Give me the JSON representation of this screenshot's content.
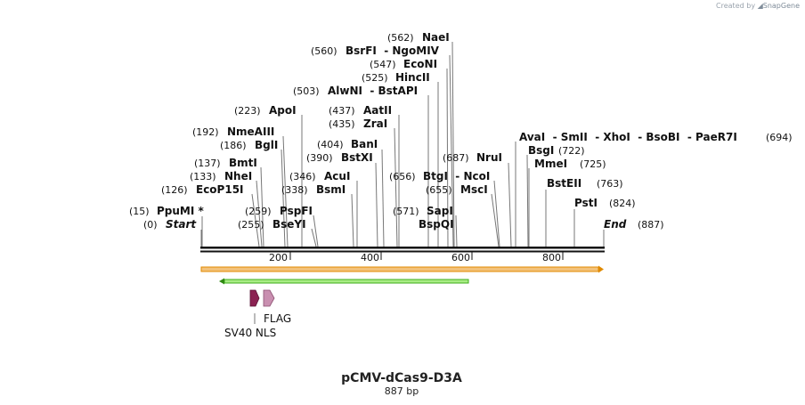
{
  "watermark": {
    "prefix": "Created by",
    "brand": "SnapGene"
  },
  "plasmid": {
    "name": "pCMV-dCas9-D3A",
    "length_label": "887 bp"
  },
  "map": {
    "start": 0,
    "end": 887,
    "ticks": [
      200,
      400,
      600,
      800
    ]
  },
  "sites": [
    {
      "name": "Start",
      "pos": "(0)",
      "site": 0,
      "italic": true
    },
    {
      "name": "PpuMI *",
      "pos": "(15)",
      "site": 15
    },
    {
      "name": "EcoP15I",
      "pos": "(126)",
      "site": 126
    },
    {
      "name": "NheI",
      "pos": "(133)",
      "site": 133
    },
    {
      "name": "BmtI",
      "pos": "(137)",
      "site": 137
    },
    {
      "name": "BglI",
      "pos": "(186)",
      "site": 186
    },
    {
      "name": "NmeAIII",
      "pos": "(192)",
      "site": 192
    },
    {
      "name": "ApoI",
      "pos": "(223)",
      "site": 223
    },
    {
      "name": "BseYI",
      "pos": "(255)",
      "site": 255
    },
    {
      "name": "PspFI",
      "pos": "(259)",
      "site": 259
    },
    {
      "name": "BsmI",
      "pos": "(338)",
      "site": 338
    },
    {
      "name": "AcuI",
      "pos": "(346)",
      "site": 346
    },
    {
      "name": "BstXI",
      "pos": "(390)",
      "site": 390
    },
    {
      "name": "BanI",
      "pos": "(404)",
      "site": 404
    },
    {
      "name": "ZraI",
      "pos": "(435)",
      "site": 435
    },
    {
      "name": "AatII",
      "pos": "(437)",
      "site": 437
    },
    {
      "name": "AlwNI  - BstAPI",
      "pos": "(503)",
      "site": 503
    },
    {
      "name": "HincII",
      "pos": "(525)",
      "site": 525
    },
    {
      "name": "EcoNI",
      "pos": "(547)",
      "site": 547
    },
    {
      "name": "BsrFI  - NgoMIV",
      "pos": "(560)",
      "site": 560
    },
    {
      "name": "NaeI",
      "pos": "(562)",
      "site": 562
    },
    {
      "name": "BspQI",
      "pos": "",
      "site": 571
    },
    {
      "name": "SapI",
      "pos": "(571)",
      "site": 571
    },
    {
      "name": "MscI",
      "pos": "(655)",
      "site": 655
    },
    {
      "name": "BtgI  - NcoI",
      "pos": "(656)",
      "site": 656
    },
    {
      "name": "NruI",
      "pos": "(687)",
      "site": 687
    },
    {
      "name": "AvaI  - SmII  - XhoI  - BsoBI  - PaeR7I",
      "pos": "(694)",
      "site": 694
    },
    {
      "name": "BsgI",
      "pos": "(722)",
      "site": 722
    },
    {
      "name": "MmeI",
      "pos": "(725)",
      "site": 725
    },
    {
      "name": "BstEII",
      "pos": "(763)",
      "site": 763
    },
    {
      "name": "PstI",
      "pos": "(824)",
      "site": 824
    },
    {
      "name": "End",
      "pos": "(887)",
      "site": 887,
      "italic": true
    }
  ],
  "features": [
    {
      "name": "SV40 NLS",
      "color": "#8b2252"
    },
    {
      "name": "FLAG",
      "color": "#c98fb0"
    }
  ],
  "colors": {
    "backbone": "#111111",
    "orange_feature": "#f0a030",
    "green_feature": "#5fd030"
  }
}
